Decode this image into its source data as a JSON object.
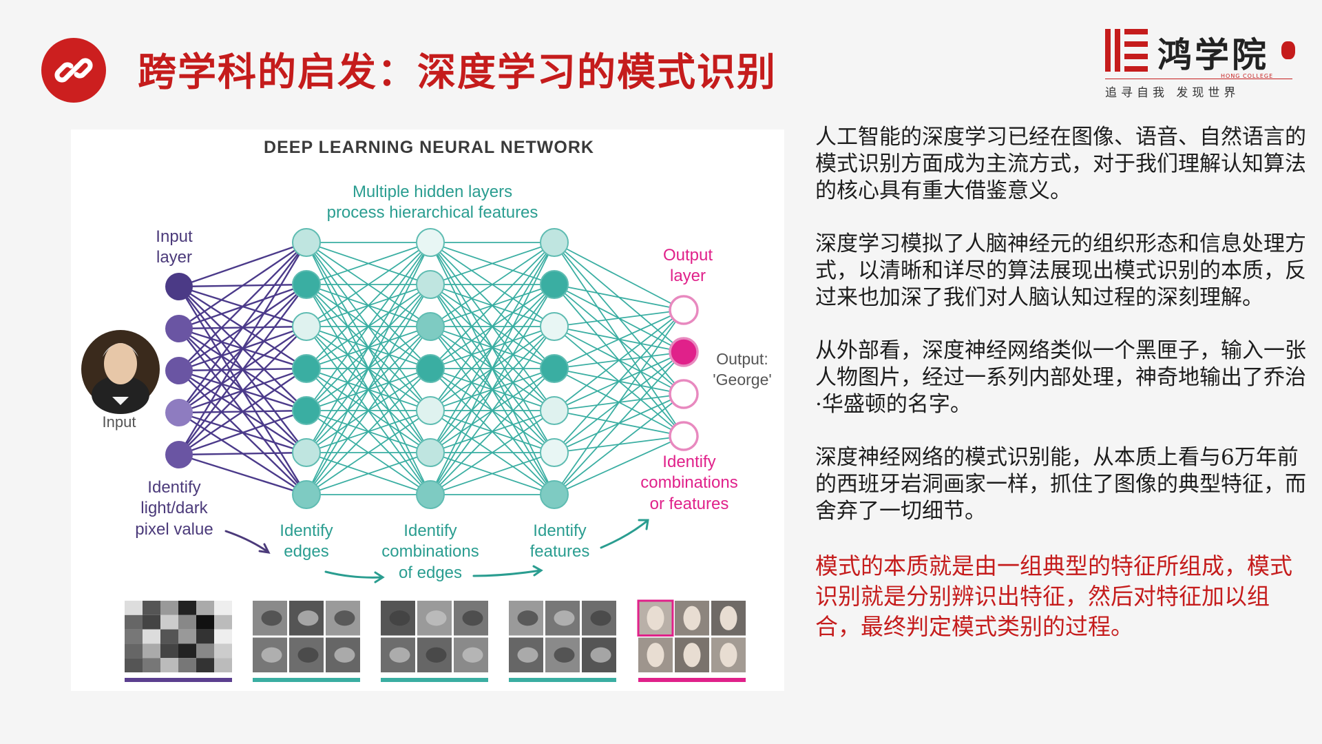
{
  "slide": {
    "title": "跨学科的启发：深度学习的模式识别",
    "title_icon": "link-icon",
    "colors": {
      "accent": "#c51c1c",
      "purple": "#5b3f8f",
      "teal": "#3aaea2",
      "magenta": "#e0218a"
    }
  },
  "logo": {
    "brand": "鸿学院",
    "college": "HONG COLLEGE",
    "tagline": "追寻自我  发现世界"
  },
  "diagram": {
    "title": "DEEP LEARNING NEURAL NETWORK",
    "hidden_label_1": "Multiple hidden layers",
    "hidden_label_2": "process hierarchical features",
    "input_layer_1": "Input",
    "input_layer_2": "layer",
    "output_layer_1": "Output",
    "output_layer_2": "layer",
    "input_label": "Input",
    "output_value_1": "Output:",
    "output_value_2": "'George'",
    "step1": [
      "Identify",
      "light/dark",
      "pixel value"
    ],
    "step2": [
      "Identify",
      "edges"
    ],
    "step3": [
      "Identify",
      "combinations",
      "of edges"
    ],
    "step4": [
      "Identify",
      "features"
    ],
    "step5": [
      "Identify",
      "combinations",
      "or features"
    ],
    "layers": [
      {
        "nodes": 5,
        "color": "purple"
      },
      {
        "nodes": 7,
        "color": "teal"
      },
      {
        "nodes": 7,
        "color": "teal"
      },
      {
        "nodes": 7,
        "color": "teal"
      },
      {
        "nodes": 4,
        "color": "magenta",
        "active_index": 1
      }
    ]
  },
  "text": {
    "p1": "人工智能的深度学习已经在图像、语音、自然语言的模式识别方面成为主流方式，对于我们理解认知算法的核心具有重大借鉴意义。",
    "p2": "深度学习模拟了人脑神经元的组织形态和信息处理方式，以清晰和详尽的算法展现出模式识别的本质，反过来也加深了我们对人脑认知过程的深刻理解。",
    "p3": "从外部看，深度神经网络类似一个黑匣子，输入一张人物图片，经过一系列内部处理，神奇地输出了乔治·华盛顿的名字。",
    "p4": "深度神经网络的模式识别能，从本质上看与6万年前的西班牙岩洞画家一样，抓住了图像的典型特征，而舍弃了一切细节。",
    "p5": "模式的本质就是由一组典型的特征所组成，模式识别就是分别辨识出特征，然后对特征加以组合，最终判定模式类别的过程。"
  }
}
